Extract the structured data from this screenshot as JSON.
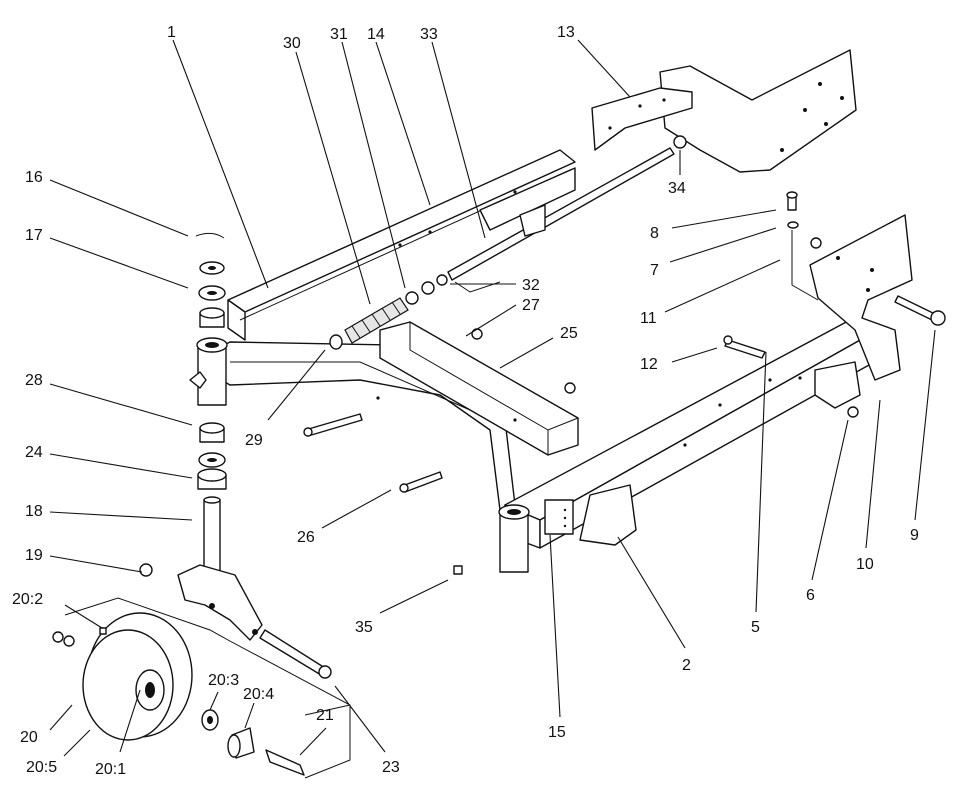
{
  "diagram": {
    "labels": [
      {
        "id": "l1",
        "text": "1"
      },
      {
        "id": "l30",
        "text": "30"
      },
      {
        "id": "l31",
        "text": "31"
      },
      {
        "id": "l14",
        "text": "14"
      },
      {
        "id": "l33",
        "text": "33"
      },
      {
        "id": "l13",
        "text": "13"
      },
      {
        "id": "l16",
        "text": "16"
      },
      {
        "id": "l17",
        "text": "17"
      },
      {
        "id": "l34",
        "text": "34"
      },
      {
        "id": "l8",
        "text": "8"
      },
      {
        "id": "l7",
        "text": "7"
      },
      {
        "id": "l32",
        "text": "32"
      },
      {
        "id": "l27",
        "text": "27"
      },
      {
        "id": "l11",
        "text": "11"
      },
      {
        "id": "l25",
        "text": "25"
      },
      {
        "id": "l28",
        "text": "28"
      },
      {
        "id": "l12",
        "text": "12"
      },
      {
        "id": "l29",
        "text": "29"
      },
      {
        "id": "l24",
        "text": "24"
      },
      {
        "id": "l18",
        "text": "18"
      },
      {
        "id": "l26",
        "text": "26"
      },
      {
        "id": "l19",
        "text": "19"
      },
      {
        "id": "l9",
        "text": "9"
      },
      {
        "id": "l10",
        "text": "10"
      },
      {
        "id": "l6",
        "text": "6"
      },
      {
        "id": "l202",
        "text": "20:2"
      },
      {
        "id": "l35",
        "text": "35"
      },
      {
        "id": "l5",
        "text": "5"
      },
      {
        "id": "l2",
        "text": "2"
      },
      {
        "id": "l203",
        "text": "20:3"
      },
      {
        "id": "l204",
        "text": "20:4"
      },
      {
        "id": "l21",
        "text": "21"
      },
      {
        "id": "l20",
        "text": "20"
      },
      {
        "id": "l15",
        "text": "15"
      },
      {
        "id": "l205",
        "text": "20:5"
      },
      {
        "id": "l201",
        "text": "20:1"
      },
      {
        "id": "l23",
        "text": "23"
      }
    ]
  }
}
